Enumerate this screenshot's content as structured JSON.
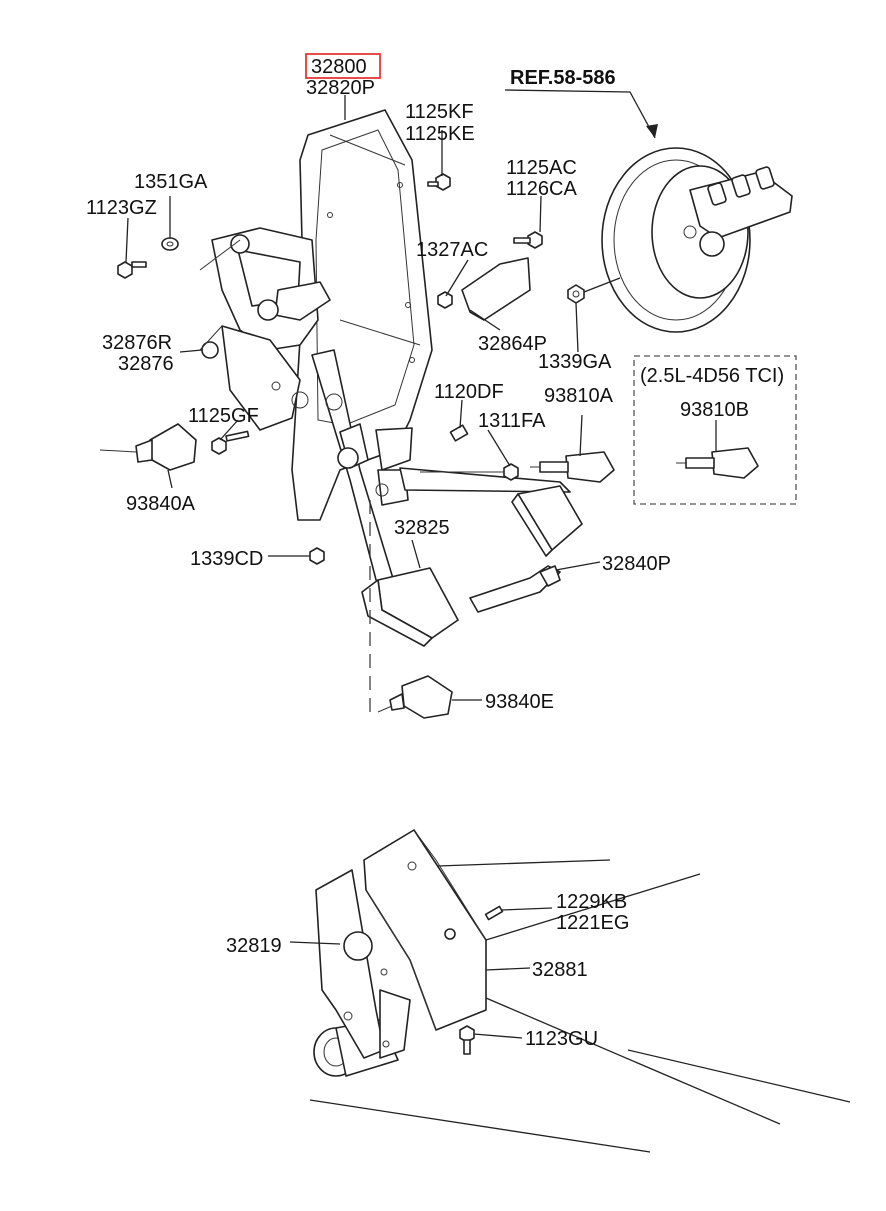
{
  "highlight_color": "#e53935",
  "labels": {
    "p32800": "32800",
    "p32820P": "32820P",
    "ref58586": "REF.58-586",
    "p1125KF": "1125KF",
    "p1125KE": "1125KE",
    "p1351GA": "1351GA",
    "p1123GZ": "1123GZ",
    "p1125AC": "1125AC",
    "p1126CA": "1126CA",
    "p1327AC": "1327AC",
    "p32864P": "32864P",
    "p1339GA": "1339GA",
    "p32876R": "32876R",
    "p32876": "32876",
    "variant": "(2.5L-4D56 TCI)",
    "p93810B": "93810B",
    "p1120DF": "1120DF",
    "p93810A": "93810A",
    "p1311FA": "1311FA",
    "p1125GF": "1125GF",
    "p93840A": "93840A",
    "p32825": "32825",
    "p1339CD": "1339CD",
    "p32840P": "32840P",
    "p93840E": "93840E",
    "p1229KB": "1229KB",
    "p1221EG": "1221EG",
    "p32819": "32819",
    "p32881": "32881",
    "p1123GU": "1123GU"
  }
}
